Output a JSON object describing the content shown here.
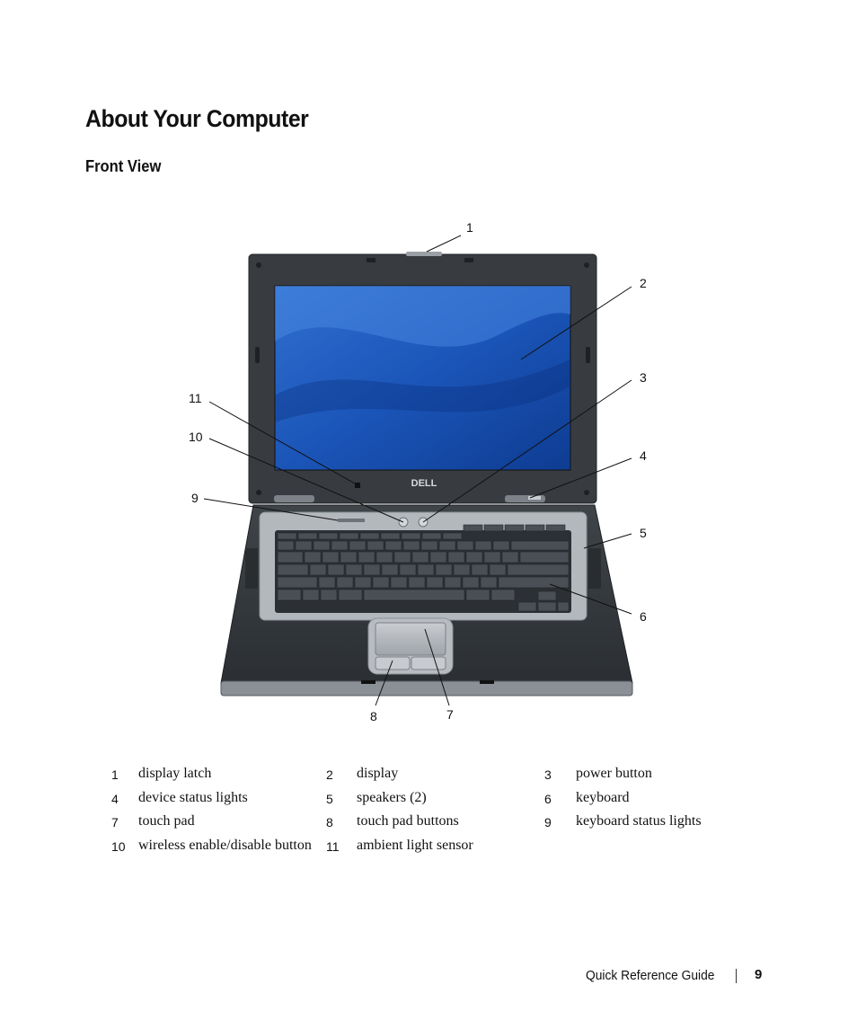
{
  "header": {
    "title": "About Your Computer",
    "subtitle": "Front View"
  },
  "figure": {
    "brand": "DELL",
    "callouts": [
      "1",
      "2",
      "3",
      "4",
      "5",
      "6",
      "7",
      "8",
      "9",
      "10",
      "11"
    ]
  },
  "legend": [
    [
      {
        "num": "1",
        "label": "display latch"
      },
      {
        "num": "2",
        "label": "display"
      },
      {
        "num": "3",
        "label": "power button"
      }
    ],
    [
      {
        "num": "4",
        "label": "device status lights"
      },
      {
        "num": "5",
        "label": "speakers (2)"
      },
      {
        "num": "6",
        "label": "keyboard"
      }
    ],
    [
      {
        "num": "7",
        "label": "touch pad"
      },
      {
        "num": "8",
        "label": "touch pad buttons"
      },
      {
        "num": "9",
        "label": "keyboard status lights"
      }
    ],
    [
      {
        "num": "10",
        "label": "wireless enable/disable button"
      },
      {
        "num": "11",
        "label": "ambient light sensor"
      }
    ]
  ],
  "footer": {
    "guide": "Quick Reference Guide",
    "page": "9"
  }
}
